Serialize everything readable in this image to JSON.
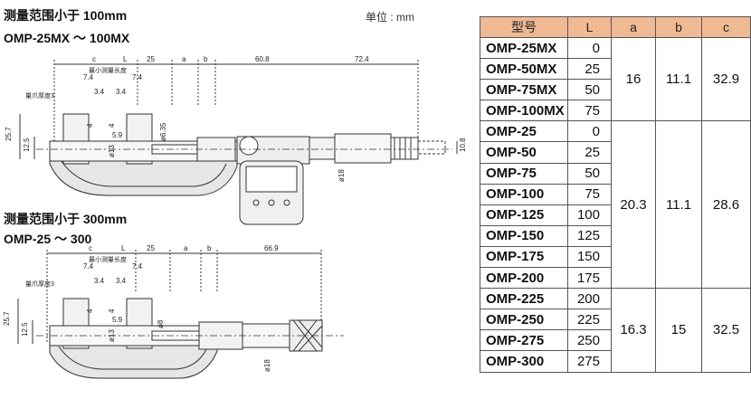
{
  "top_section": {
    "title_line1": "测量范围小于 100mm",
    "title_line2": "OMP-25MX ～ 100MX",
    "unit_label": "单位 : mm",
    "dims": {
      "c": "c",
      "L": "L",
      "d25": "25",
      "a": "a",
      "b": "b",
      "d608": "60.8",
      "d724": "72.4",
      "d74a": "7.4",
      "d74b": "7.4",
      "d34a": "3.4",
      "d34b": "3.4",
      "d257": "25.7",
      "d125": "12.5",
      "d4a": "4",
      "d4b": "4",
      "d59": "5.9",
      "d13": "ø13",
      "d635": "ø6.35",
      "d18": "ø18",
      "d108": "10.8",
      "note_max": "最小测量长度",
      "note_jaw": "量爪厚度3"
    }
  },
  "bottom_section": {
    "title_line1": "测量范围小于 300mm",
    "title_line2": "OMP-25 ～ 300",
    "dims": {
      "c": "c",
      "L": "L",
      "d25": "25",
      "a": "a",
      "b": "b",
      "d669": "66.9",
      "d74a": "7.4",
      "d74b": "7.4",
      "d34a": "3.4",
      "d34b": "3.4",
      "d257": "25.7",
      "d125": "12.5",
      "d4a": "4",
      "d4b": "4",
      "d59": "5.9",
      "d13": "ø13",
      "d8": "ø8",
      "d18": "ø18",
      "note_max": "最小测量长度",
      "note_jaw": "量爪厚度3"
    }
  },
  "table": {
    "headers": [
      "型号",
      "L",
      "a",
      "b",
      "c"
    ],
    "groups": [
      {
        "a": "16",
        "b": "11.1",
        "c": "32.9",
        "rows": [
          {
            "model": "OMP-25MX",
            "L": "0"
          },
          {
            "model": "OMP-50MX",
            "L": "25"
          },
          {
            "model": "OMP-75MX",
            "L": "50"
          },
          {
            "model": "OMP-100MX",
            "L": "75"
          }
        ]
      },
      {
        "a": "20.3",
        "b": "11.1",
        "c": "28.6",
        "rows": [
          {
            "model": "OMP-25",
            "L": "0"
          },
          {
            "model": "OMP-50",
            "L": "25"
          },
          {
            "model": "OMP-75",
            "L": "50"
          },
          {
            "model": "OMP-100",
            "L": "75"
          },
          {
            "model": "OMP-125",
            "L": "100"
          },
          {
            "model": "OMP-150",
            "L": "125"
          },
          {
            "model": "OMP-175",
            "L": "150"
          },
          {
            "model": "OMP-200",
            "L": "175"
          }
        ]
      },
      {
        "a": "16.3",
        "b": "15",
        "c": "32.5",
        "rows": [
          {
            "model": "OMP-225",
            "L": "200"
          },
          {
            "model": "OMP-250",
            "L": "225"
          },
          {
            "model": "OMP-275",
            "L": "250"
          },
          {
            "model": "OMP-300",
            "L": "275"
          }
        ]
      }
    ]
  },
  "colors": {
    "header_bg": "#efb994",
    "line": "#555555",
    "frame_fill": "#d9d9d9"
  }
}
